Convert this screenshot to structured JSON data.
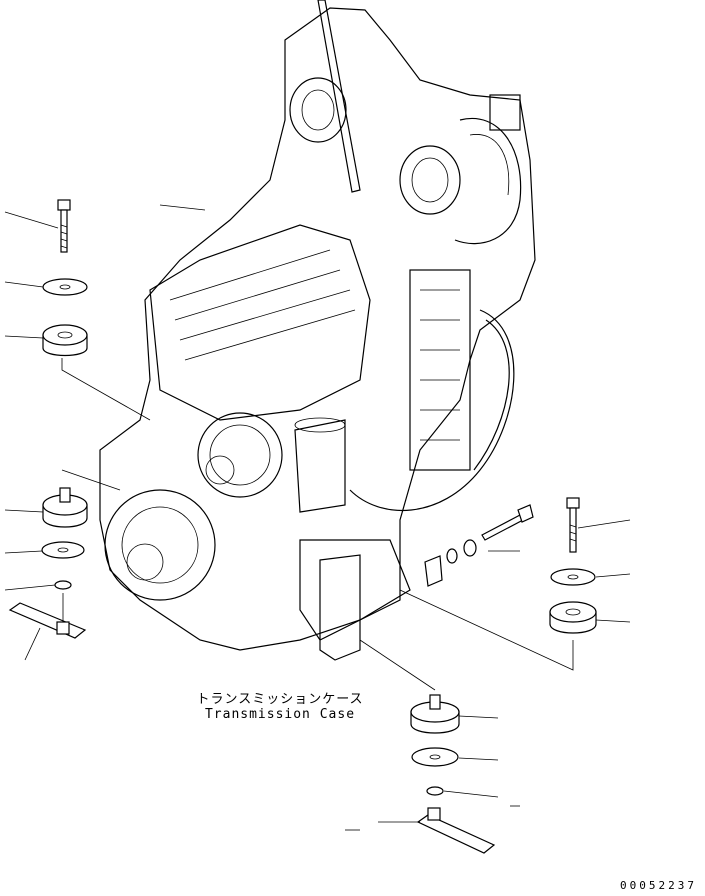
{
  "diagram": {
    "caption_japanese": "トランスミッションケース",
    "caption_english": "Transmission Case",
    "drawing_number": "00052237"
  },
  "colors": {
    "line": "#000000",
    "background": "#ffffff"
  }
}
